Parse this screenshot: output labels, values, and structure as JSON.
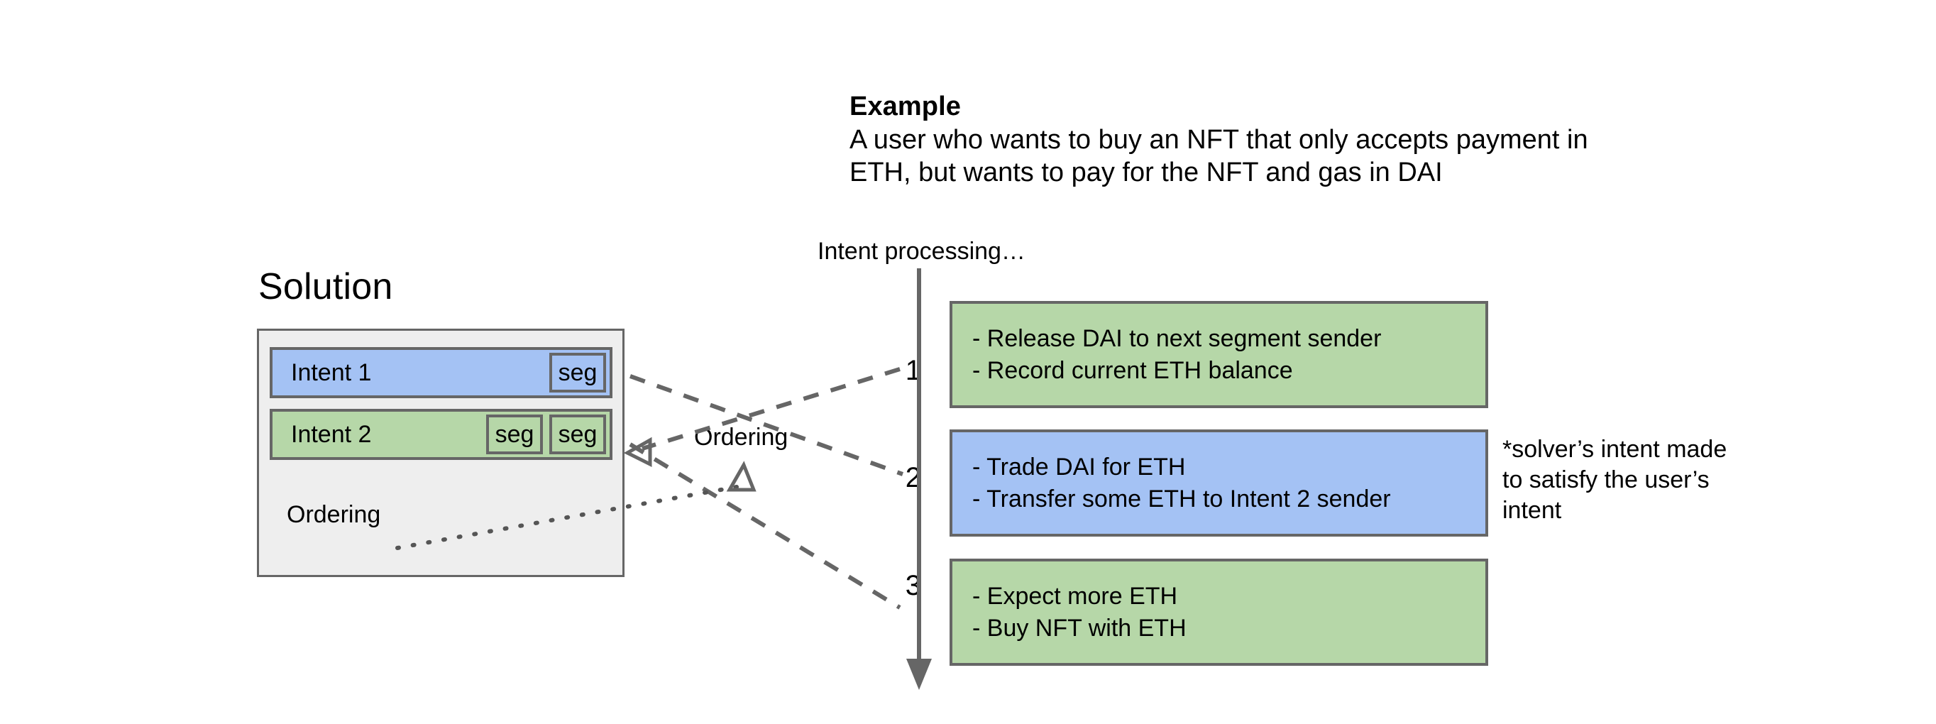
{
  "example": {
    "title": "Example",
    "body": "A user who wants to buy an NFT that only accepts payment in\nETH, but wants to pay for the NFT and gas in DAI"
  },
  "solution": {
    "title": "Solution",
    "intents": [
      {
        "label": "Intent 1",
        "segments": [
          "seg"
        ],
        "color": "#a4c2f4"
      },
      {
        "label": "Intent 2",
        "segments": [
          "seg",
          "seg"
        ],
        "color": "#b6d7a8"
      }
    ],
    "ordering_label": "Ordering",
    "box_fill": "#eeeeee",
    "border_color": "#666666"
  },
  "middle": {
    "ordering_label": "Ordering"
  },
  "timeline": {
    "heading": "Intent processing…",
    "steps": [
      {
        "number": "1",
        "color": "#b6d7a8",
        "lines": [
          "- Release DAI to next segment sender",
          "- Record current ETH balance"
        ]
      },
      {
        "number": "2",
        "color": "#a4c2f4",
        "lines": [
          "- Trade DAI for ETH",
          "- Transfer some ETH to Intent 2 sender"
        ]
      },
      {
        "number": "3",
        "color": "#b6d7a8",
        "lines": [
          "- Expect more ETH",
          "- Buy NFT with ETH"
        ]
      }
    ],
    "axis_color": "#666666"
  },
  "side_note": {
    "text": "*solver’s intent made\nto satisfy the user’s\nintent"
  }
}
